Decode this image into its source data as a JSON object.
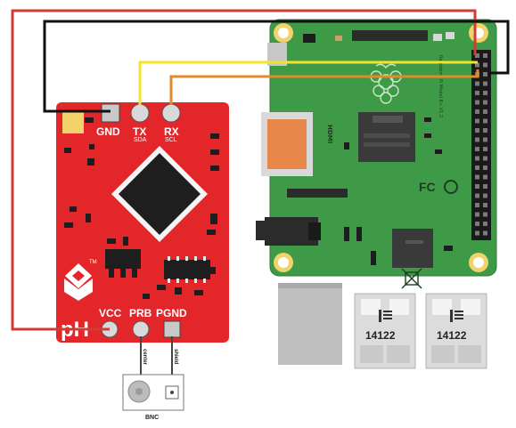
{
  "ph_board": {
    "top_pins": {
      "gnd": "GND",
      "tx": "TX",
      "rx": "RX"
    },
    "top_pin_sub": {
      "tx": "SDA",
      "rx": "SCL"
    },
    "bottom_pins": {
      "vcc": "VCC",
      "prb": "PRB",
      "pgnd": "PGND"
    },
    "logo_text": "pH",
    "trademark": "TM"
  },
  "bnc": {
    "label": "BNC",
    "center_label": "center",
    "shield_label": "shield"
  },
  "raspberry_pi": {
    "connector_label": "HDMI",
    "usb_label_1": "14122",
    "usb_label_2": "14122",
    "chip_text": "",
    "board_model_text": "Raspberry Pi Model B+ V1.2"
  },
  "wire_colors": {
    "vcc_wire": "#d23a36",
    "gnd_wire": "#111111",
    "tx_wire": "#f5e32b",
    "rx_wire": "#e18b2a",
    "ph_board": "#e3262a",
    "pi_board": "#3f9a48"
  }
}
